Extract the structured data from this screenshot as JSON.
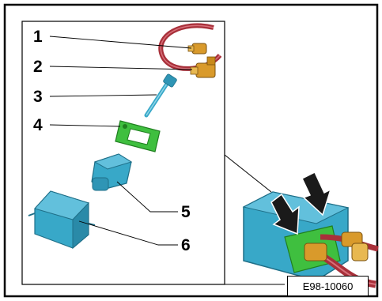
{
  "callouts": [
    {
      "number": "1",
      "part": "connector-small"
    },
    {
      "number": "2",
      "part": "connector-large"
    },
    {
      "number": "3",
      "part": "probe-pin"
    },
    {
      "number": "4",
      "part": "retaining-frame"
    },
    {
      "number": "5",
      "part": "plug-housing"
    },
    {
      "number": "6",
      "part": "sensor-housing"
    }
  ],
  "figure_code": "E98-10060",
  "colors": {
    "housing": "#38a8c8",
    "housing_dark": "#1f7f9c",
    "frame_green": "#3fbf3f",
    "connector_gold": "#d99a2b",
    "cable_red": "#a8303a",
    "arrow": "#1a1a1a"
  }
}
